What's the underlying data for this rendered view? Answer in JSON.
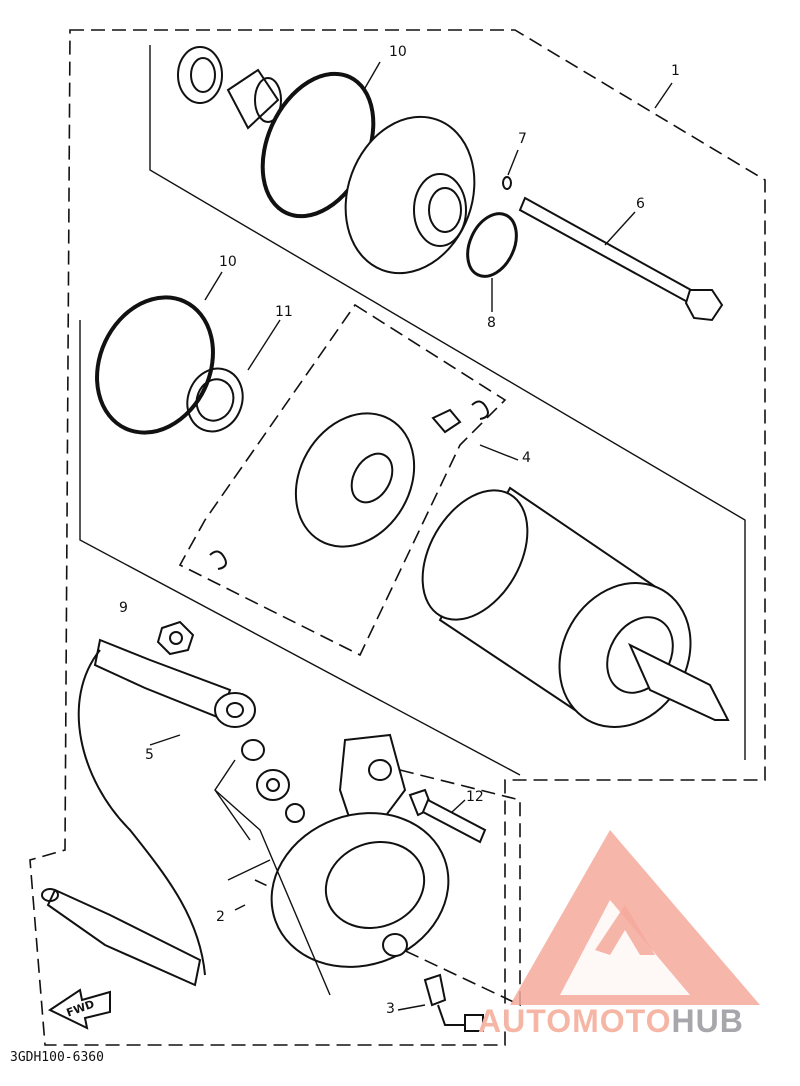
{
  "callouts": {
    "c1": "1",
    "c2": "2",
    "c3": "3",
    "c4": "4",
    "c5": "5",
    "c6": "6",
    "c7": "7",
    "c8": "8",
    "c9": "9",
    "c10a": "10",
    "c10b": "10",
    "c11": "11",
    "c12": "12"
  },
  "fwd_label": "FWD",
  "diagram_code": "3GDH100-6360",
  "watermark": {
    "part1": "AUTOMOTO",
    "part2": "HUB",
    "color1": "#f6b6a6",
    "color2": "#a7a7ab"
  }
}
